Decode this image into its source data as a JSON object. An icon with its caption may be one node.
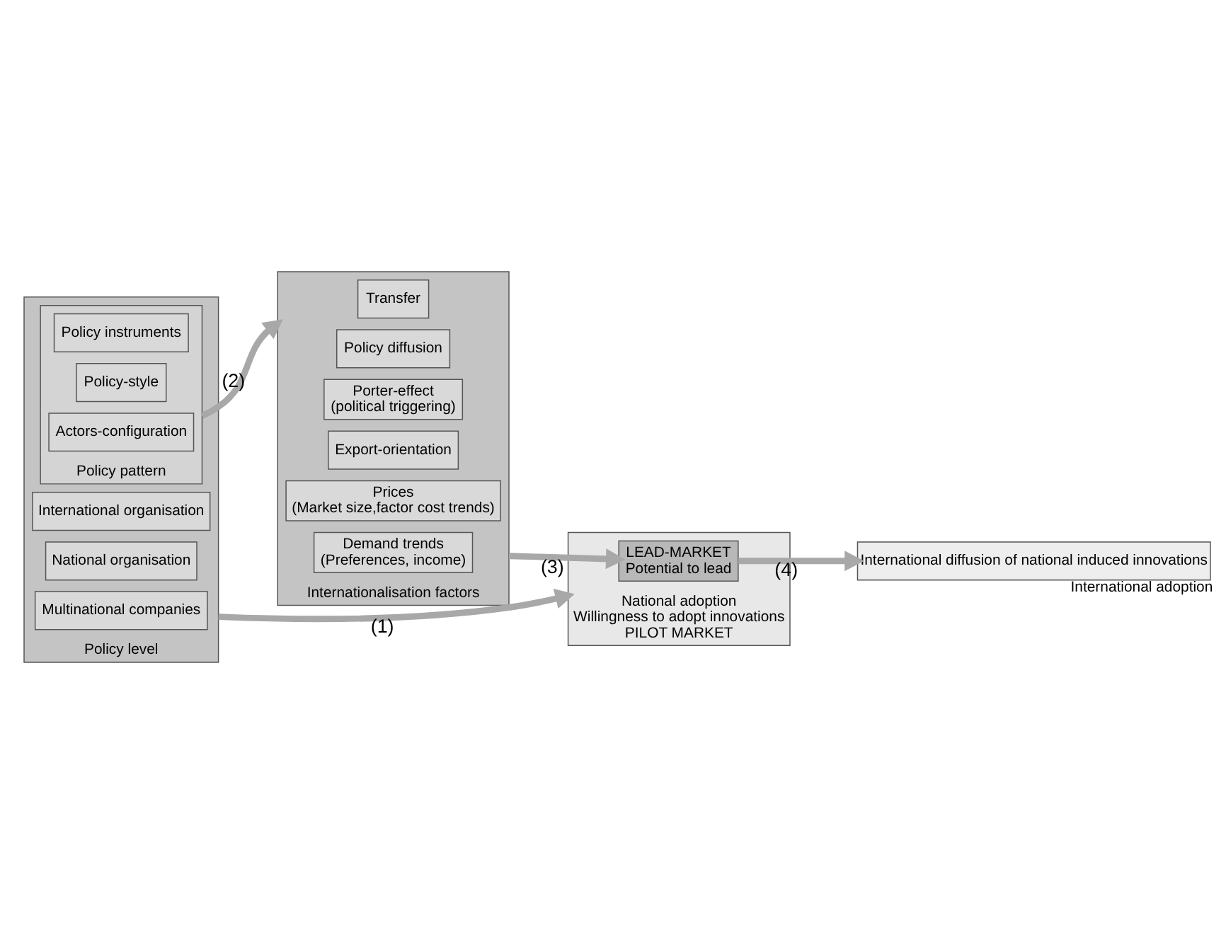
{
  "diagram": {
    "nodes": [
      {
        "text": [
          "Policy level"
        ]
      },
      {
        "text": [
          "Policy pattern"
        ],
        "in": 0
      },
      {
        "text": [
          "Policy instruments"
        ],
        "in": 1
      },
      {
        "text": [
          "Policy-style"
        ],
        "in": 1
      },
      {
        "text": [
          "Actors-configuration"
        ],
        "in": 1
      },
      {
        "text": [
          "International organisation"
        ],
        "in": 0
      },
      {
        "text": [
          "National organisation"
        ],
        "in": 0
      },
      {
        "text": [
          "Multinational companies"
        ],
        "in": 0
      },
      {
        "text": [
          "Internationalisation factors"
        ]
      },
      {
        "text": [
          "Transfer"
        ],
        "in": 8
      },
      {
        "text": [
          "Policy diffusion"
        ],
        "in": 8
      },
      {
        "text": [
          "Porter-effect",
          "(political triggering)"
        ],
        "in": 8
      },
      {
        "text": [
          "Export-orientation"
        ],
        "in": 8
      },
      {
        "text": [
          "Prices",
          "(Market size,factor cost trends)"
        ],
        "in": 8
      },
      {
        "text": [
          "Demand trends",
          "(Preferences, income)"
        ],
        "in": 8
      },
      {
        "text": [
          "National adoption",
          "Willingness to adopt innovations",
          "PILOT MARKET"
        ]
      },
      {
        "text": [
          "LEAD-MARKET",
          "Potential to lead"
        ],
        "in": 15
      },
      {
        "text": [
          "International diffusion of national induced innovations"
        ],
        "beside": [
          "International adoption"
        ]
      }
    ],
    "edges": [
      {
        "from": 1,
        "to": 8,
        "arrow": "to",
        "label": "(2)"
      },
      {
        "from": 8,
        "to": 16,
        "arrow": "to",
        "label": "(3)"
      },
      {
        "from": 0,
        "to": 15,
        "arrow": "to",
        "label": "(1)"
      },
      {
        "from": 16,
        "to": 17,
        "arrow": "to",
        "label": "(4)"
      }
    ]
  }
}
